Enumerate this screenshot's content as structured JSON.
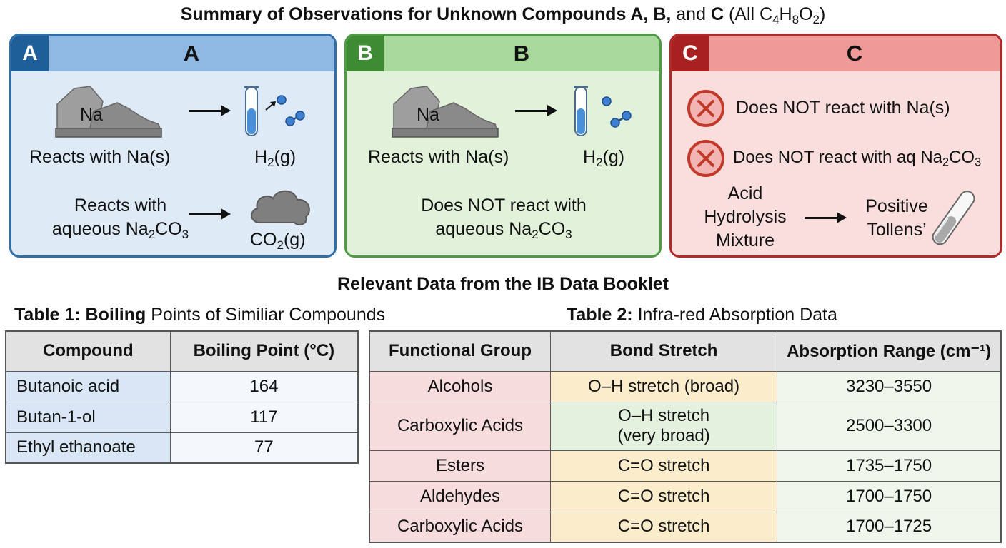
{
  "title": {
    "bold_part": "Summary of Observations for Unknown Compounds A, B,",
    "and_part": " and ",
    "c_part": "C",
    "paren_open": " (All C",
    "s1": "4",
    "h": "H",
    "s2": "8",
    "o": "O",
    "s3": "2",
    "paren_close": ")"
  },
  "panels": {
    "a": {
      "badge": "A",
      "heading": "A",
      "na_label": "Na",
      "reacts_na": "Reacts with Na(s)",
      "h2_pre": "H",
      "h2_sub": "2",
      "h2_post": "(g)",
      "carb_line1": "Reacts with",
      "carb_line2_pre": "aqueous Na",
      "carb_sub1": "2",
      "carb_mid": "CO",
      "carb_sub2": "3",
      "co2_pre": "CO",
      "co2_sub": "2",
      "co2_post": "(g)"
    },
    "b": {
      "badge": "B",
      "heading": "B",
      "na_label": "Na",
      "reacts_na": "Reacts with Na(s)",
      "h2_pre": "H",
      "h2_sub": "2",
      "h2_post": "(g)",
      "no_carb_line1": "Does NOT react with",
      "no_carb_line2_pre": "aqueous Na",
      "carb_sub1": "2",
      "carb_mid": "CO",
      "carb_sub2": "3"
    },
    "c": {
      "badge": "C",
      "heading": "C",
      "no_na": "Does NOT react with Na(s)",
      "no_carb_pre": "Does NOT react with aq Na",
      "carb_sub1": "2",
      "carb_mid": "CO",
      "carb_sub2": "3",
      "hydro_1": "Acid",
      "hydro_2": "Hydrolysis",
      "hydro_3": "Mixture",
      "tollens_1": "Positive",
      "tollens_2": "Tollens’"
    }
  },
  "section_title": "Relevant Data from the IB Data Booklet",
  "table1": {
    "caption_bold": "Table 1: Boiling",
    "caption_rest": " Points of Similiar Compounds",
    "headers": [
      "Compound",
      "Boiling Point (°C)"
    ],
    "rows": [
      [
        "Butanoic acid",
        "164"
      ],
      [
        "Butan-1-ol",
        "117"
      ],
      [
        "Ethyl ethanoate",
        "77"
      ]
    ]
  },
  "table2": {
    "caption_bold": "Table 2:",
    "caption_rest": " Infra-red Absorption Data",
    "headers": [
      "Functional Group",
      "Bond Stretch",
      "Absorption Range (cm⁻¹)"
    ],
    "rows": [
      [
        "Alcohols",
        "O–H stretch (broad)",
        "3230–3550"
      ],
      [
        "Carboxylic Acids",
        "O–H stretch",
        "(very broad)",
        "2500–3300"
      ],
      [
        "Esters",
        "C=O stretch",
        "1735–1750"
      ],
      [
        "Aldehydes",
        "C=O stretch",
        "1700–1750"
      ],
      [
        "Carboxylic Acids",
        "C=O stretch",
        "1700–1725"
      ]
    ]
  },
  "colors": {
    "panel_a_border": "#2f6ea6",
    "panel_b_border": "#4e9a45",
    "panel_c_border": "#b02a2a",
    "cross_red": "#c0392b",
    "liquid_blue": "#4a90d9"
  },
  "icons": [
    "sodium-rock-icon",
    "test-tube-icon",
    "hydrogen-molecule-icon",
    "cloud-icon",
    "cross-circle-icon",
    "tollens-test-tube-icon"
  ]
}
